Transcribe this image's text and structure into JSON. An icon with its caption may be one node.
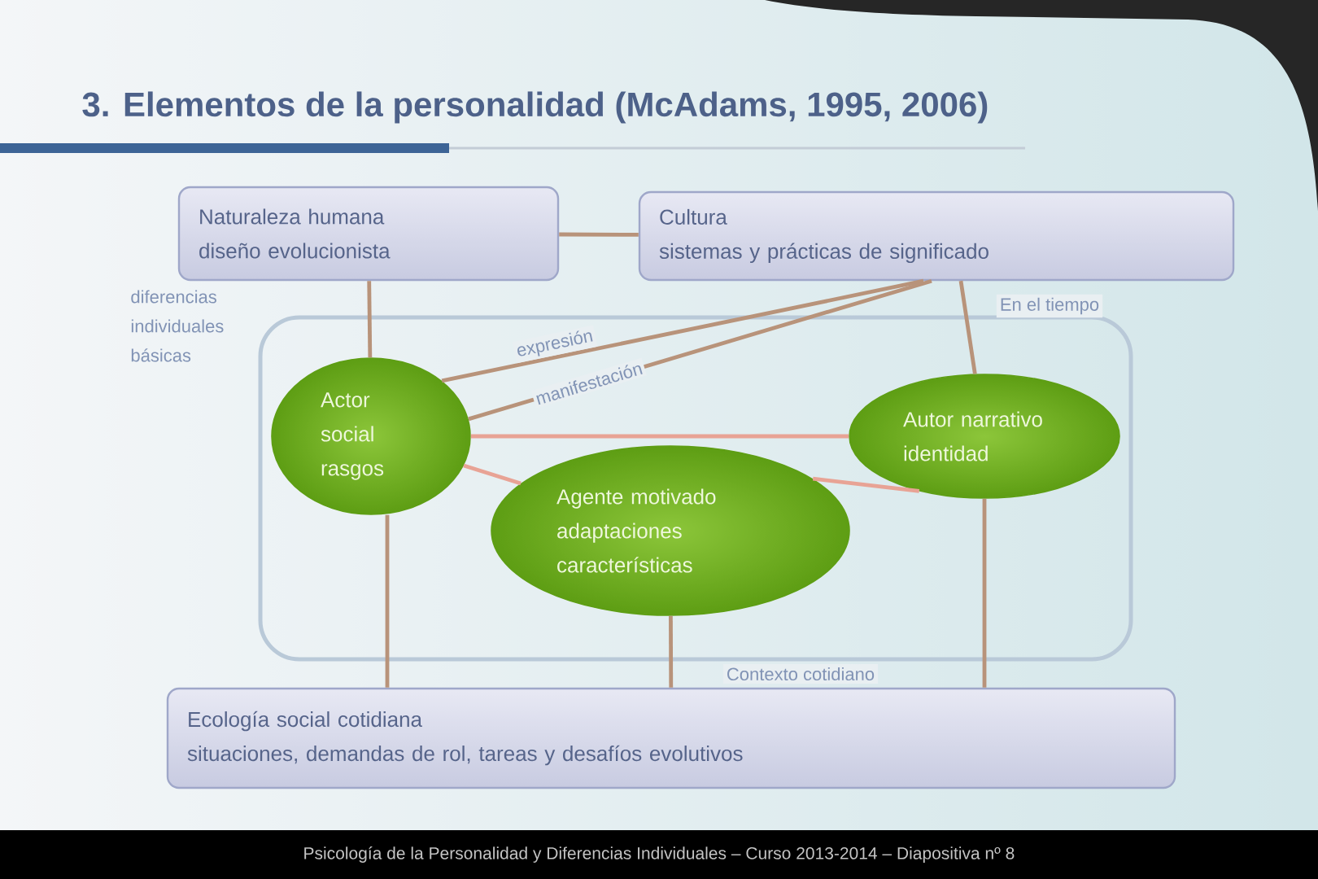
{
  "diagram": {
    "title": "3. Elementos de la personalidad (McAdams, 1995, 2006)",
    "nodes": [
      {
        "text": [
          "Naturaleza humana",
          "diseño evolucionista"
        ]
      },
      {
        "text": [
          "Cultura",
          "sistemas y prácticas de significado"
        ]
      },
      {
        "text": [],
        "shape": "box"
      },
      {
        "text": [
          "Actor social",
          "rasgos"
        ],
        "in": 2
      },
      {
        "text": [
          "Autor narrativo",
          "identidad"
        ],
        "in": 2
      },
      {
        "text": [
          "Agente motivado",
          "adaptaciones características"
        ],
        "in": 2
      },
      {
        "text": [
          "Ecología social cotidiana",
          "situaciones, demandas de rol, tareas y desafíos evolutivos"
        ]
      }
    ],
    "edges": [
      {
        "from": 0,
        "to": 1,
        "arrow": "none"
      },
      {
        "from": 0,
        "to": 3,
        "arrow": "none"
      },
      {
        "from": 1,
        "to": 3,
        "arrow": "none",
        "label": "expresión"
      },
      {
        "from": 1,
        "to": 3,
        "arrow": "none",
        "label": "manifestación"
      },
      {
        "from": 1,
        "to": 4,
        "arrow": "none"
      },
      {
        "from": 3,
        "to": 4,
        "arrow": "none",
        "color": "#e8a395"
      },
      {
        "from": 3,
        "to": 5,
        "arrow": "none",
        "color": "#e8a395"
      },
      {
        "from": 5,
        "to": 4,
        "arrow": "none",
        "color": "#e8a395"
      },
      {
        "from": 3,
        "to": 6,
        "arrow": "none"
      },
      {
        "from": 5,
        "to": 6,
        "arrow": "none"
      },
      {
        "from": 4,
        "to": 6,
        "arrow": "none"
      }
    ],
    "labels": [
      "diferencias individuales básicas",
      "En el tiempo",
      "Contexto cotidiano",
      "Psicología de la Personalidad y Diferencias Individuales – Curso 2013-2014 – Diapositiva nº 8"
    ]
  }
}
